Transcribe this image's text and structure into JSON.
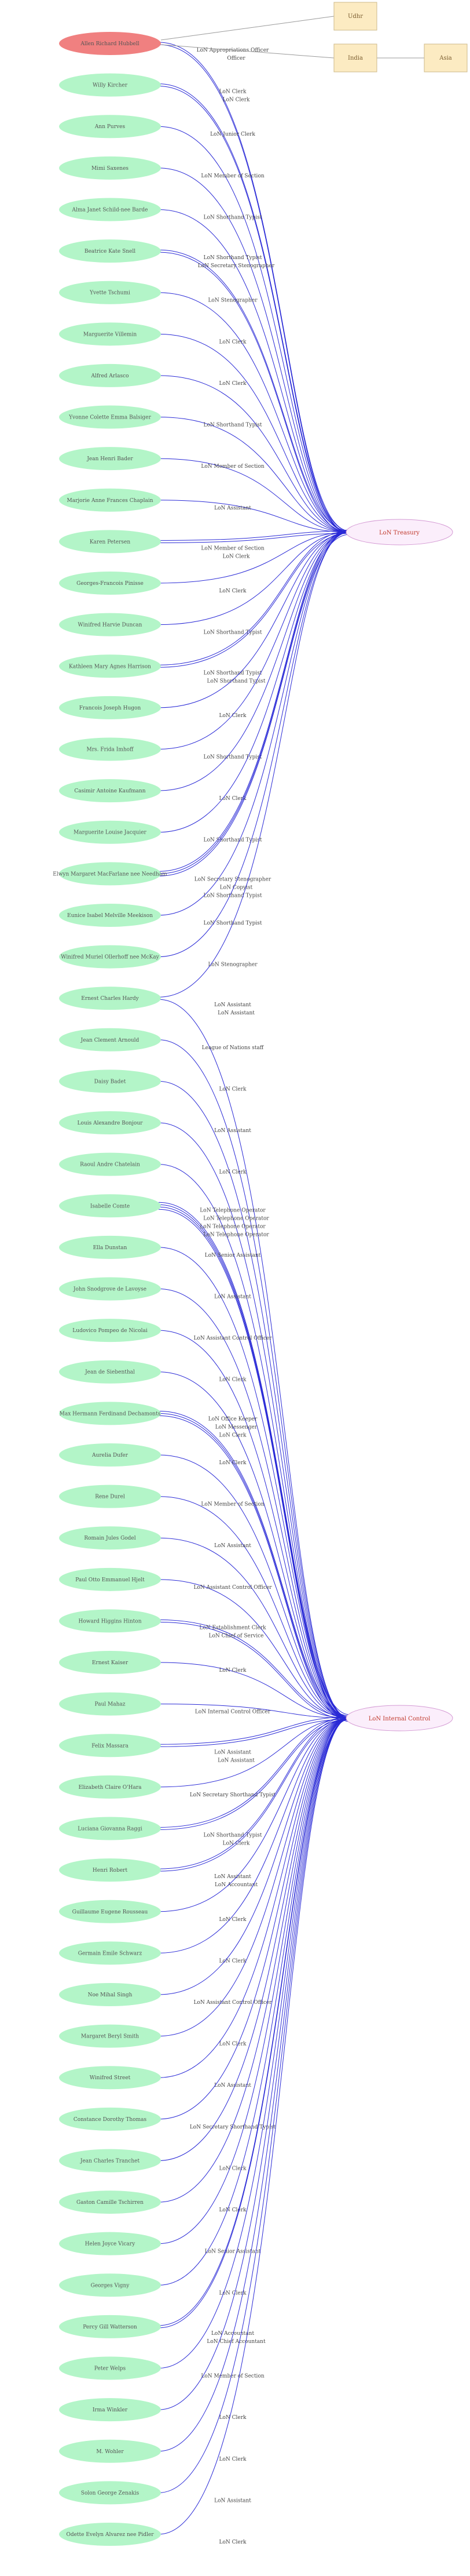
{
  "colors": {
    "person_fill": "#b3f5c8",
    "root_fill": "#f08080",
    "hub_fill": "#fbeefb",
    "hub_stroke": "#d49ad4",
    "box_fill": "#fcebc2",
    "box_stroke": "#cdb98a",
    "edge_blue": "#2929d6",
    "edge_gray": "#999999"
  },
  "root": {
    "label": "Allen Richard Hubbell"
  },
  "boxes": [
    {
      "id": "udhr",
      "label": "Udhr"
    },
    {
      "id": "india",
      "label": "India"
    },
    {
      "id": "asia",
      "label": "Asia"
    }
  ],
  "root_links": [
    {
      "to": "udhr",
      "label": ""
    },
    {
      "to": "india",
      "label": ""
    },
    {
      "from": "india",
      "to": "asia",
      "label": ""
    }
  ],
  "hubs": [
    {
      "id": "treasury",
      "label": "LoN Treasury"
    },
    {
      "id": "internal",
      "label": "LoN Internal Control"
    }
  ],
  "people": [
    {
      "label": "Allen Richard Hubbell",
      "links": [
        [
          "treasury",
          "LoN Appropriations Officer"
        ],
        [
          "treasury",
          "Officer"
        ]
      ]
    },
    {
      "label": "Willy Kircher",
      "links": [
        [
          "treasury",
          "LoN Clerk"
        ],
        [
          "treasury",
          "LoN Clerk"
        ]
      ]
    },
    {
      "label": "Ann Purves",
      "links": [
        [
          "treasury",
          "LoN Junior Clerk"
        ]
      ]
    },
    {
      "label": "Mimi Saxenes",
      "links": [
        [
          "treasury",
          "LoN Member of Section"
        ]
      ]
    },
    {
      "label": "Alma Janet Schild-nee Barde",
      "links": [
        [
          "treasury",
          "LoN Shorthand Typist"
        ]
      ]
    },
    {
      "label": "Beatrice Kate Snell",
      "links": [
        [
          "treasury",
          "LoN Shorthand Typist"
        ],
        [
          "treasury",
          "LoN Secretary Stenographer"
        ]
      ]
    },
    {
      "label": "Yvette Tschumi",
      "links": [
        [
          "treasury",
          "LoN Stenographer"
        ]
      ]
    },
    {
      "label": "Marguerite Villemin",
      "links": [
        [
          "treasury",
          "LoN Clerk"
        ]
      ]
    },
    {
      "label": "Alfred Arlasco",
      "links": [
        [
          "treasury",
          "LoN Clerk"
        ]
      ]
    },
    {
      "label": "Yvonne Colette Emma Balsiger",
      "links": [
        [
          "treasury",
          "LoN Shorthand Typist"
        ]
      ]
    },
    {
      "label": "Jean Henri Bader",
      "links": [
        [
          "treasury",
          "LoN Member of Section"
        ]
      ]
    },
    {
      "label": "Marjorie Anne Frances Chaplain",
      "links": [
        [
          "treasury",
          "LoN Assistant"
        ]
      ]
    },
    {
      "label": "Karen Petersen",
      "links": [
        [
          "treasury",
          "LoN Member of Section"
        ],
        [
          "treasury",
          "LoN Clerk"
        ]
      ]
    },
    {
      "label": "Georges-Francois Pinisse",
      "links": [
        [
          "treasury",
          "LoN Clerk"
        ]
      ]
    },
    {
      "label": "Winifred Harvie Duncan",
      "links": [
        [
          "treasury",
          "LoN Shorthand Typist"
        ]
      ]
    },
    {
      "label": "Kathleen Mary Agnes Harrison",
      "links": [
        [
          "treasury",
          "LoN Shorthand Typist"
        ],
        [
          "treasury",
          "LoN Shorthand Typist"
        ]
      ]
    },
    {
      "label": "Francois Joseph Hugon",
      "links": [
        [
          "treasury",
          "LoN Clerk"
        ]
      ]
    },
    {
      "label": "Mrs. Frida Imhoff",
      "links": [
        [
          "treasury",
          "LoN Shorthand Typist"
        ]
      ]
    },
    {
      "label": "Casimir Antoine Kaufmann",
      "links": [
        [
          "treasury",
          "LoN Clerk"
        ]
      ]
    },
    {
      "label": "Marguerite Louise Jacquier",
      "links": [
        [
          "treasury",
          "LoN Shorthand Typist"
        ]
      ]
    },
    {
      "label": "Elwyn Margaret MacFarlane nee Needham",
      "links": [
        [
          "treasury",
          "LoN Secretary Stenographer"
        ],
        [
          "treasury",
          "LoN Copyist"
        ],
        [
          "treasury",
          "LoN Shorthand Typist"
        ]
      ]
    },
    {
      "label": "Eunice Isabel Melville Meekison",
      "links": [
        [
          "treasury",
          "LoN Shorthand Typist"
        ]
      ]
    },
    {
      "label": "Winifred Muriel Ollerhoff nee McKay",
      "links": [
        [
          "treasury",
          "LoN Stenographer"
        ]
      ]
    },
    {
      "label": "Ernest Charles Hardy",
      "links": [
        [
          "treasury",
          "LoN Assistant"
        ],
        [
          "internal",
          "LoN Assistant"
        ]
      ]
    },
    {
      "label": "Jean Clement Arnould",
      "links": [
        [
          "internal",
          "League of Nations staff"
        ]
      ]
    },
    {
      "label": "Daisy Badet",
      "links": [
        [
          "internal",
          "LoN Clerk"
        ]
      ]
    },
    {
      "label": "Louis Alexandre Bonjour",
      "links": [
        [
          "internal",
          "LoN Assistant"
        ]
      ]
    },
    {
      "label": "Raoul Andre Chatelain",
      "links": [
        [
          "internal",
          "LoN Clerk"
        ]
      ]
    },
    {
      "label": "Isabelle Comte",
      "links": [
        [
          "internal",
          "LoN Telephone Operator"
        ],
        [
          "internal",
          "LoN Telephone Operator"
        ],
        [
          "internal",
          "LoN Telephone Operator"
        ],
        [
          "internal",
          "LoN Telephone Operator"
        ]
      ]
    },
    {
      "label": "Ella Dunstan",
      "links": [
        [
          "internal",
          "LoN Senior Assistant"
        ]
      ]
    },
    {
      "label": "John Snodgrove de Lavoyse",
      "links": [
        [
          "internal",
          "LoN Assistant"
        ]
      ]
    },
    {
      "label": "Ludovico Pompeo de Nicolai",
      "links": [
        [
          "internal",
          "LoN Assistant Control Officer"
        ]
      ]
    },
    {
      "label": "Jean de Siebenthal",
      "links": [
        [
          "internal",
          "LoN Clerk"
        ]
      ]
    },
    {
      "label": "Max Hermann Ferdinand Dechamonts",
      "links": [
        [
          "internal",
          "LoN Office Keeper"
        ],
        [
          "internal",
          "LoN Messenger"
        ],
        [
          "internal",
          "LoN Clerk"
        ]
      ]
    },
    {
      "label": "Aurelia Dufer",
      "links": [
        [
          "internal",
          "LoN Clerk"
        ]
      ]
    },
    {
      "label": "Rene Durel",
      "links": [
        [
          "internal",
          "LoN Member of Section"
        ]
      ]
    },
    {
      "label": "Romain Jules Godel",
      "links": [
        [
          "internal",
          "LoN Assistant"
        ]
      ]
    },
    {
      "label": "Paul Otto Emmanuel Hjelt",
      "links": [
        [
          "internal",
          "LoN Assistant Control Officer"
        ]
      ]
    },
    {
      "label": "Howard Higgins Hinton",
      "links": [
        [
          "internal",
          "LoN Establishment Clerk"
        ],
        [
          "internal",
          "LoN Chief of Service"
        ]
      ]
    },
    {
      "label": "Ernest Kaiser",
      "links": [
        [
          "internal",
          "LoN Clerk"
        ]
      ]
    },
    {
      "label": "Paul Mahaz",
      "links": [
        [
          "internal",
          "LoN Internal Control Officer"
        ]
      ]
    },
    {
      "label": "Felix Massara",
      "links": [
        [
          "internal",
          "LoN Assistant"
        ],
        [
          "internal",
          "LoN Assistant"
        ]
      ]
    },
    {
      "label": "Elizabeth Claire O'Hara",
      "links": [
        [
          "internal",
          "LoN Secretary Shorthand Typist"
        ]
      ]
    },
    {
      "label": "Luciana Giovanna Raggi",
      "links": [
        [
          "internal",
          "LoN Shorthand Typist"
        ],
        [
          "internal",
          "LoN Clerk"
        ]
      ]
    },
    {
      "label": "Henri Robert",
      "links": [
        [
          "internal",
          "LoN Assistant"
        ],
        [
          "internal",
          "LoN Accountant"
        ]
      ]
    },
    {
      "label": "Guillaume Eugene Rousseau",
      "links": [
        [
          "internal",
          "LoN Clerk"
        ]
      ]
    },
    {
      "label": "Germain Emile Schwarz",
      "links": [
        [
          "internal",
          "LoN Clerk"
        ]
      ]
    },
    {
      "label": "Noe Mihal Singh",
      "links": [
        [
          "internal",
          "LoN Assistant Control Officer"
        ]
      ]
    },
    {
      "label": "Margaret Beryl Smith",
      "links": [
        [
          "internal",
          "LoN Clerk"
        ]
      ]
    },
    {
      "label": "Winifred Street",
      "links": [
        [
          "internal",
          "LoN Assistant"
        ]
      ]
    },
    {
      "label": "Constance Dorothy Thomas",
      "links": [
        [
          "internal",
          "LoN Secretary Shorthand Typist"
        ]
      ]
    },
    {
      "label": "Jean Charles Tranchet",
      "links": [
        [
          "internal",
          "LoN Clerk"
        ]
      ]
    },
    {
      "label": "Gaston Camille Tschirren",
      "links": [
        [
          "internal",
          "LoN Clerk"
        ]
      ]
    },
    {
      "label": "Helen Joyce Vicary",
      "links": [
        [
          "internal",
          "LoN Senior Assistant"
        ]
      ]
    },
    {
      "label": "Georges Vigny",
      "links": [
        [
          "internal",
          "LoN Clerk"
        ]
      ]
    },
    {
      "label": "Percy Gill Watterson",
      "links": [
        [
          "internal",
          "LoN Accountant"
        ],
        [
          "internal",
          "LoN Chief Accountant"
        ]
      ]
    },
    {
      "label": "Peter Welps",
      "links": [
        [
          "internal",
          "LoN Member of Section"
        ]
      ]
    },
    {
      "label": "Irma Winkler",
      "links": [
        [
          "internal",
          "LoN Clerk"
        ]
      ]
    },
    {
      "label": "M. Wohler",
      "links": [
        [
          "internal",
          "LoN Clerk"
        ]
      ]
    },
    {
      "label": "Solon George Zenakis",
      "links": [
        [
          "internal",
          "LoN Assistant"
        ]
      ]
    },
    {
      "label": "Odette Evelyn Alvarez nee Pidler",
      "links": [
        [
          "internal",
          "LoN Clerk"
        ]
      ]
    }
  ]
}
